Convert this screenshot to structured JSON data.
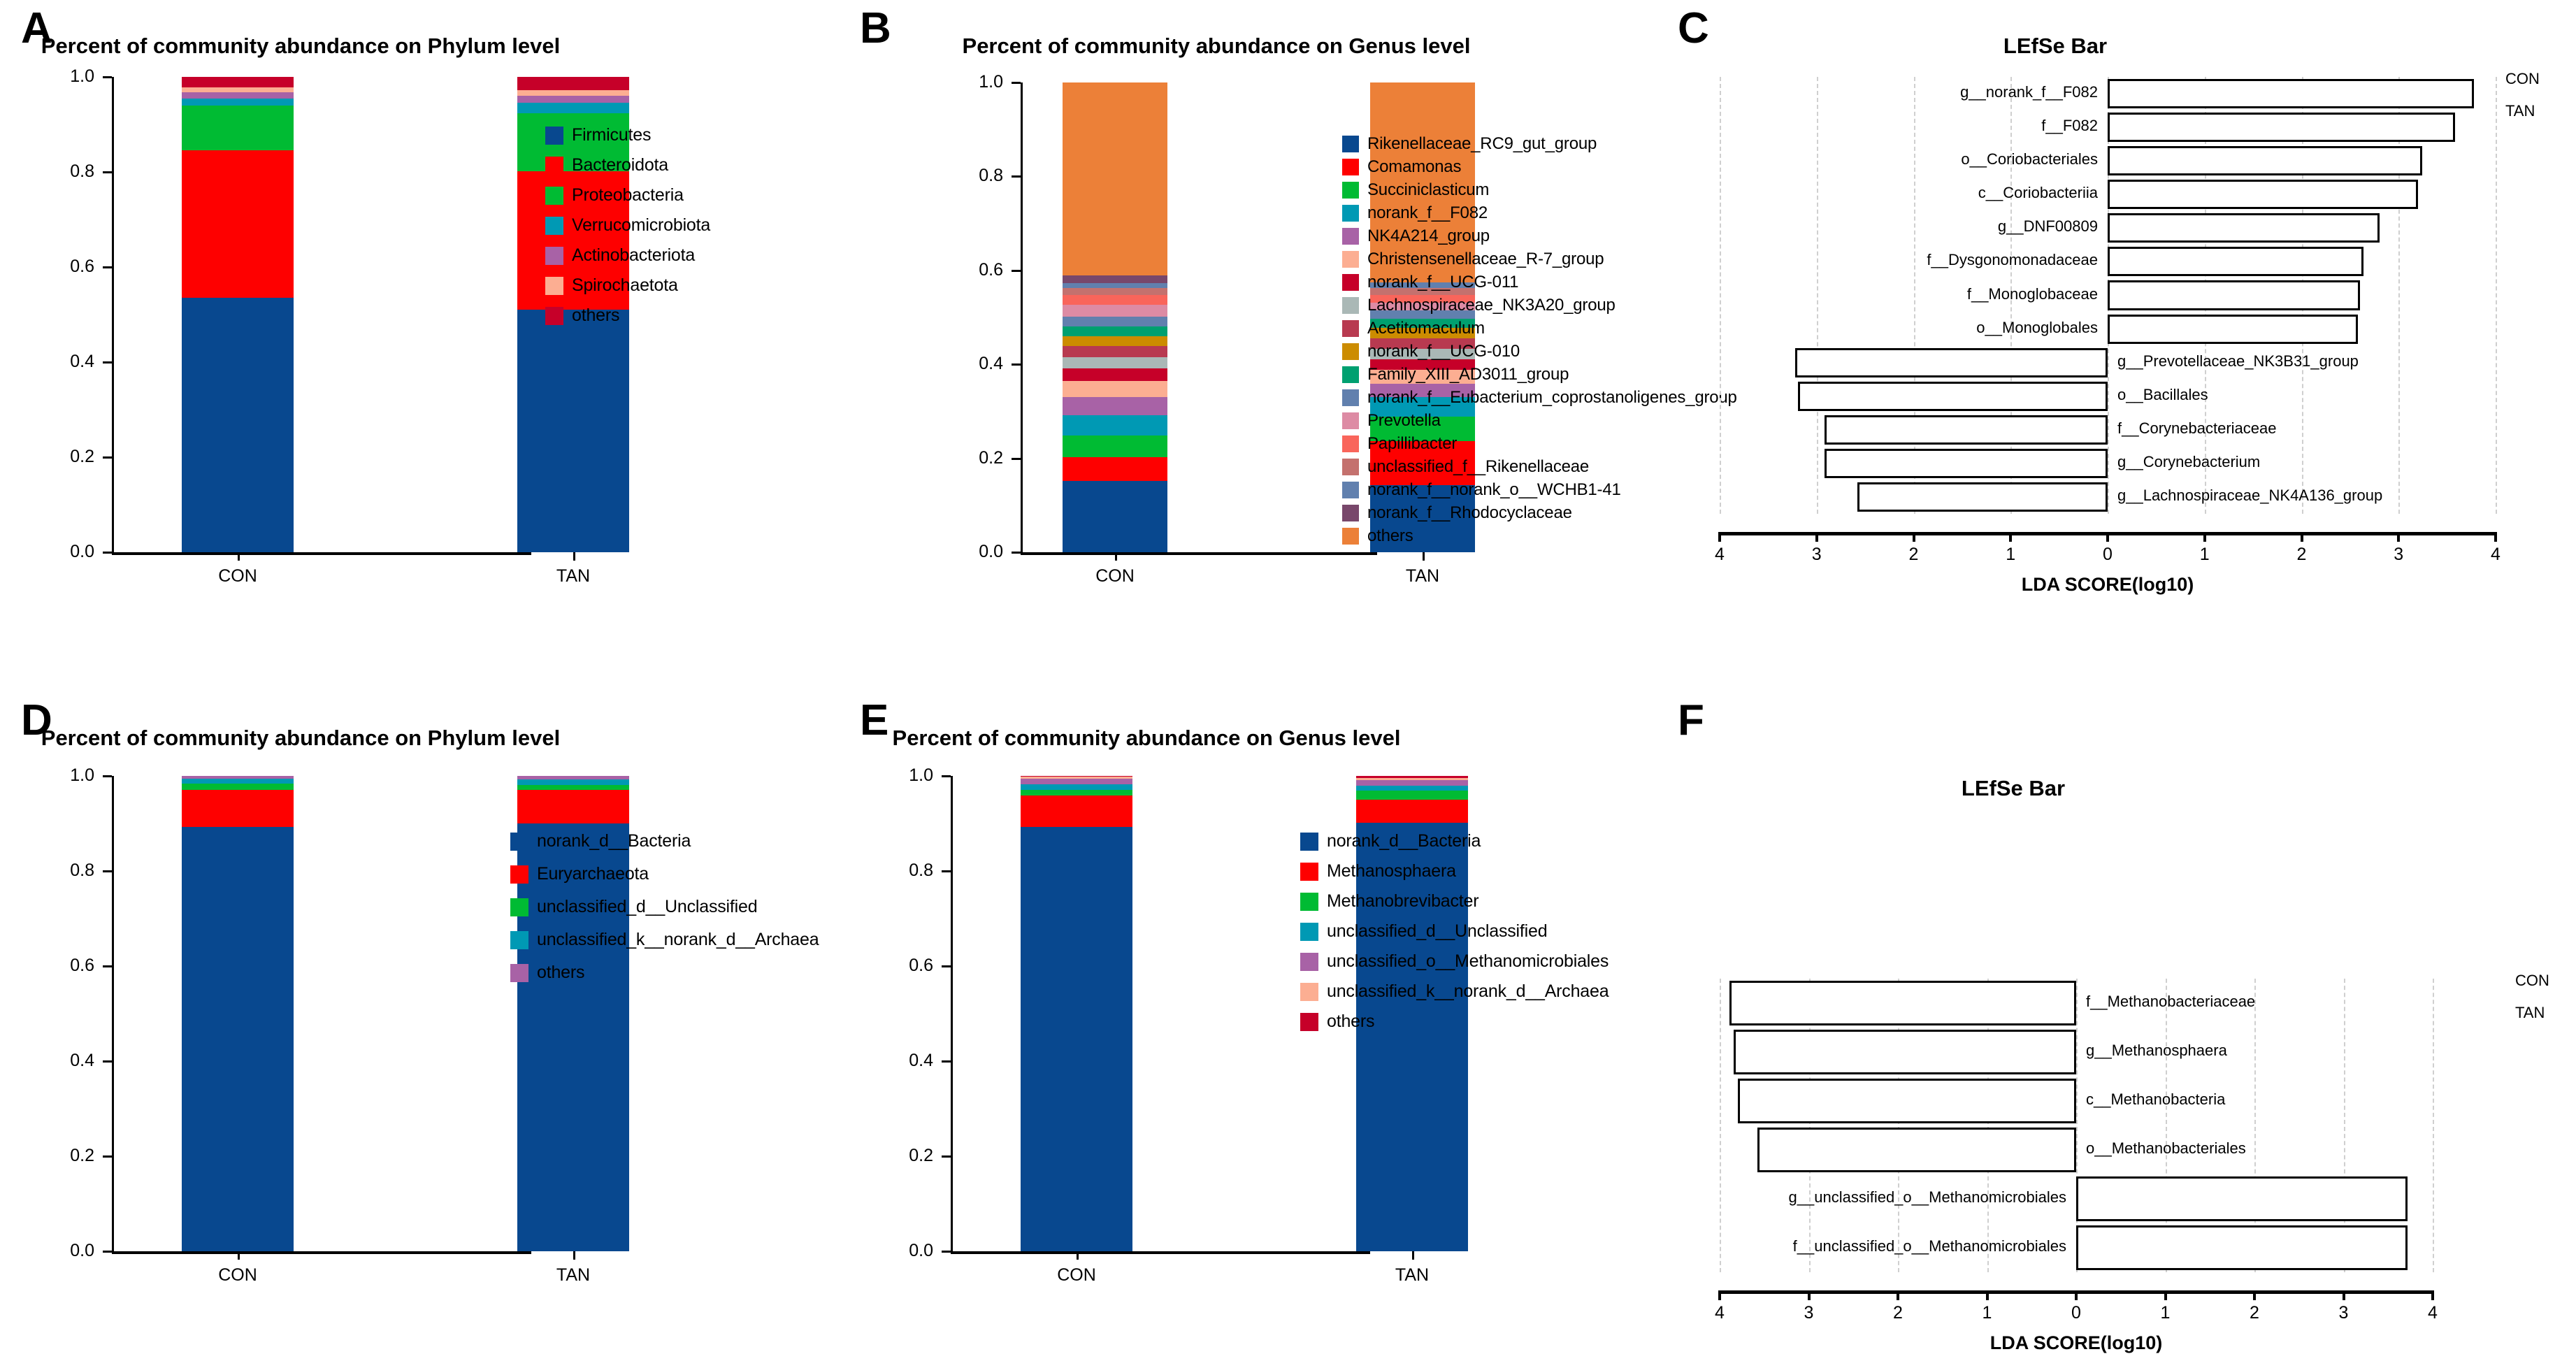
{
  "figure": {
    "panels": [
      "A",
      "B",
      "C",
      "D",
      "E",
      "F"
    ]
  },
  "chart_data": [
    {
      "panel": "A",
      "type": "bar",
      "stacked": true,
      "title": "Percent of community abundance on Phylum level",
      "xlabel": "",
      "ylabel": "",
      "ylim": [
        0,
        1.0
      ],
      "yticks": [
        "0.0",
        "0.2",
        "0.4",
        "0.6",
        "0.8",
        "1.0"
      ],
      "categories": [
        "CON",
        "TAN"
      ],
      "legend_position": "right",
      "series": [
        {
          "name": "Firmicutes",
          "color": "#08488f",
          "values": [
            0.535,
            0.51
          ]
        },
        {
          "name": "Bacteroidota",
          "color": "#fe0000",
          "values": [
            0.31,
            0.292
          ]
        },
        {
          "name": "Proteobacteria",
          "color": "#00bb33",
          "values": [
            0.094,
            0.121
          ]
        },
        {
          "name": "Verrucomicrobiota",
          "color": "#0099b4",
          "values": [
            0.015,
            0.023
          ]
        },
        {
          "name": "Actinobacteriota",
          "color": "#a862a6",
          "values": [
            0.014,
            0.015
          ]
        },
        {
          "name": "Spirochaetota",
          "color": "#fcae92",
          "values": [
            0.01,
            0.011
          ]
        },
        {
          "name": "others",
          "color": "#c60029",
          "values": [
            0.022,
            0.028
          ]
        }
      ]
    },
    {
      "panel": "B",
      "type": "bar",
      "stacked": true,
      "title": "Percent of community abundance on Genus level",
      "xlabel": "",
      "ylabel": "",
      "ylim": [
        0,
        1.0
      ],
      "yticks": [
        "0.0",
        "0.2",
        "0.4",
        "0.6",
        "0.8",
        "1.0"
      ],
      "categories": [
        "CON",
        "TAN"
      ],
      "legend_position": "right",
      "series": [
        {
          "name": "Rikenellaceae_RC9_gut_group",
          "color": "#08488f",
          "values": [
            0.152,
            0.143
          ]
        },
        {
          "name": "Comamonas",
          "color": "#fe0000",
          "values": [
            0.05,
            0.093
          ]
        },
        {
          "name": "Succiniclasticum",
          "color": "#00bb33",
          "values": [
            0.047,
            0.053
          ]
        },
        {
          "name": "norank_f__F082",
          "color": "#0099b4",
          "values": [
            0.042,
            0.042
          ]
        },
        {
          "name": "NK4A214_group",
          "color": "#a862a6",
          "values": [
            0.04,
            0.028
          ]
        },
        {
          "name": "Christensenellaceae_R-7_group",
          "color": "#fcae92",
          "values": [
            0.033,
            0.029
          ]
        },
        {
          "name": "norank_f__UCG-011",
          "color": "#c60029",
          "values": [
            0.027,
            0.023
          ]
        },
        {
          "name": "Lachnospiraceae_NK3A20_group",
          "color": "#aab8b6",
          "values": [
            0.024,
            0.022
          ]
        },
        {
          "name": "Acetitomaculum",
          "color": "#b83a50",
          "values": [
            0.024,
            0.022
          ]
        },
        {
          "name": "norank_f__UCG-010",
          "color": "#cc8c00",
          "values": [
            0.021,
            0.022
          ]
        },
        {
          "name": "Family_XIII_AD3011_group",
          "color": "#00a070",
          "values": [
            0.021,
            0.02
          ]
        },
        {
          "name": "norank_f__Eubacterium_coprostanoligenes_group",
          "color": "#6180ae",
          "values": [
            0.02,
            0.018
          ]
        },
        {
          "name": "Prevotella",
          "color": "#dd8ba4",
          "values": [
            0.026,
            0.016
          ]
        },
        {
          "name": "Papillibacter",
          "color": "#f9655b",
          "values": [
            0.02,
            0.016
          ]
        },
        {
          "name": "unclassified_f__Rikenellaceae",
          "color": "#c4716e",
          "values": [
            0.015,
            0.015
          ]
        },
        {
          "name": "norank_f__norank_o__WCHB1-41",
          "color": "#6180ae",
          "values": [
            0.011,
            0.013
          ]
        },
        {
          "name": "norank_f__Rhodocyclaceae",
          "color": "#78476b",
          "values": [
            0.016,
            0.0
          ]
        },
        {
          "name": "others",
          "color": "#ec8038",
          "values": [
            0.411,
            0.425
          ]
        }
      ]
    },
    {
      "panel": "C",
      "type": "bar",
      "orientation": "horizontal",
      "title": "LEfSe Bar",
      "xlabel": "LDA SCORE(log10)",
      "xticks": [
        "4",
        "3",
        "2",
        "1",
        "0",
        "1",
        "2",
        "3",
        "4"
      ],
      "xlim": [
        -4,
        4
      ],
      "groups": [
        "CON",
        "TAN"
      ],
      "group_label_right": [
        "CON",
        "TAN"
      ],
      "items": [
        {
          "label": "g__norank_f__F082",
          "value": 3.78,
          "group": "TAN"
        },
        {
          "label": "f__F082",
          "value": 3.58,
          "group": "TAN"
        },
        {
          "label": "o__Coriobacteriales",
          "value": 3.24,
          "group": "TAN"
        },
        {
          "label": "c__Coriobacteriia",
          "value": 3.2,
          "group": "TAN"
        },
        {
          "label": "g__DNF00809",
          "value": 2.8,
          "group": "TAN"
        },
        {
          "label": "f__Dysgonomonadaceae",
          "value": 2.64,
          "group": "TAN"
        },
        {
          "label": "f__Monoglobaceae",
          "value": 2.6,
          "group": "TAN"
        },
        {
          "label": "o__Monoglobales",
          "value": 2.58,
          "group": "TAN"
        },
        {
          "label": "g__Prevotellaceae_NK3B31_group",
          "value": -3.22,
          "group": "CON"
        },
        {
          "label": "o__Bacillales",
          "value": -3.19,
          "group": "CON"
        },
        {
          "label": "f__Corynebacteriaceae",
          "value": -2.92,
          "group": "CON"
        },
        {
          "label": "g__Corynebacterium",
          "value": -2.92,
          "group": "CON"
        },
        {
          "label": "g__Lachnospiraceae_NK4A136_group",
          "value": -2.58,
          "group": "CON"
        }
      ]
    },
    {
      "panel": "D",
      "type": "bar",
      "stacked": true,
      "title": "Percent of community abundance on Phylum level",
      "xlabel": "",
      "ylabel": "",
      "ylim": [
        0,
        1.0
      ],
      "yticks": [
        "0.0",
        "0.2",
        "0.4",
        "0.6",
        "0.8",
        "1.0"
      ],
      "categories": [
        "CON",
        "TAN"
      ],
      "legend_position": "right",
      "series": [
        {
          "name": "norank_d__Bacteria",
          "color": "#08488f",
          "values": [
            0.893,
            0.9
          ]
        },
        {
          "name": "Euryarchaeota",
          "color": "#fe0000",
          "values": [
            0.078,
            0.07
          ]
        },
        {
          "name": "unclassified_d__Unclassified",
          "color": "#00bb33",
          "values": [
            0.013,
            0.011
          ]
        },
        {
          "name": "unclassified_k__norank_d__Archaea",
          "color": "#0099b4",
          "values": [
            0.01,
            0.012
          ]
        },
        {
          "name": "others",
          "color": "#a862a6",
          "values": [
            0.006,
            0.007
          ]
        }
      ]
    },
    {
      "panel": "E",
      "type": "bar",
      "stacked": true,
      "title": "Percent of community abundance on Genus level",
      "xlabel": "",
      "ylabel": "",
      "ylim": [
        0,
        1.0
      ],
      "yticks": [
        "0.0",
        "0.2",
        "0.4",
        "0.6",
        "0.8",
        "1.0"
      ],
      "categories": [
        "CON",
        "TAN"
      ],
      "legend_position": "right",
      "series": [
        {
          "name": "norank_d__Bacteria",
          "color": "#08488f",
          "values": [
            0.893,
            0.901
          ]
        },
        {
          "name": "Methanosphaera",
          "color": "#fe0000",
          "values": [
            0.066,
            0.049
          ]
        },
        {
          "name": "Methanobrevibacter",
          "color": "#00bb33",
          "values": [
            0.012,
            0.019
          ]
        },
        {
          "name": "unclassified_d__Unclassified",
          "color": "#0099b4",
          "values": [
            0.012,
            0.011
          ]
        },
        {
          "name": "unclassified_o__Methanomicrobiales",
          "color": "#a862a6",
          "values": [
            0.011,
            0.011
          ]
        },
        {
          "name": "unclassified_k__norank_d__Archaea",
          "color": "#fcae92",
          "values": [
            0.004,
            0.005
          ]
        },
        {
          "name": "others",
          "color": "#c60029",
          "values": [
            0.002,
            0.004
          ]
        }
      ]
    },
    {
      "panel": "F",
      "type": "bar",
      "orientation": "horizontal",
      "title": "LEfSe Bar",
      "xlabel": "LDA SCORE(log10)",
      "xticks": [
        "4",
        "3",
        "2",
        "1",
        "0",
        "1",
        "2",
        "3",
        "4"
      ],
      "xlim": [
        -4,
        4
      ],
      "groups": [
        "CON",
        "TAN"
      ],
      "group_label_right": [
        "CON",
        "TAN"
      ],
      "items": [
        {
          "label": "f__Methanobacteriaceae",
          "value": -3.89,
          "group": "CON"
        },
        {
          "label": "g__Methanosphaera",
          "value": -3.84,
          "group": "CON"
        },
        {
          "label": "c__Methanobacteria",
          "value": -3.8,
          "group": "CON"
        },
        {
          "label": "o__Methanobacteriales",
          "value": -3.58,
          "group": "CON"
        },
        {
          "label": "g__unclassified_o__Methanomicrobiales",
          "value": 3.72,
          "group": "TAN"
        },
        {
          "label": "f__unclassified_o__Methanomicrobiales",
          "value": 3.72,
          "group": "TAN"
        }
      ]
    }
  ]
}
